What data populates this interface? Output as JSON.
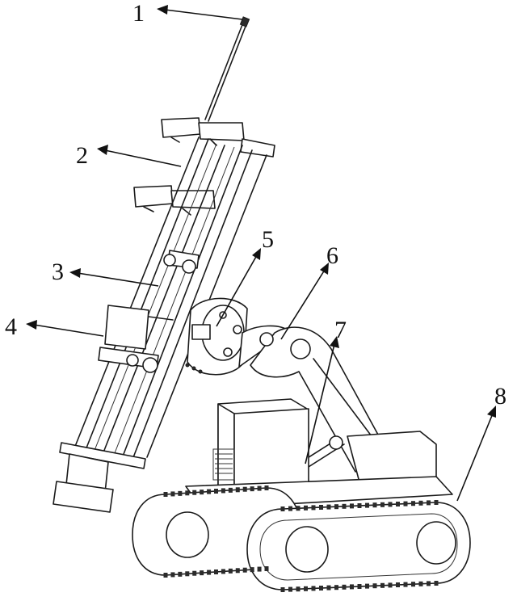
{
  "figure": {
    "callouts": [
      {
        "id": "1",
        "text": "1"
      },
      {
        "id": "2",
        "text": "2"
      },
      {
        "id": "3",
        "text": "3"
      },
      {
        "id": "4",
        "text": "4"
      },
      {
        "id": "5",
        "text": "5"
      },
      {
        "id": "6",
        "text": "6"
      },
      {
        "id": "7",
        "text": "7"
      },
      {
        "id": "8",
        "text": "8"
      }
    ]
  }
}
